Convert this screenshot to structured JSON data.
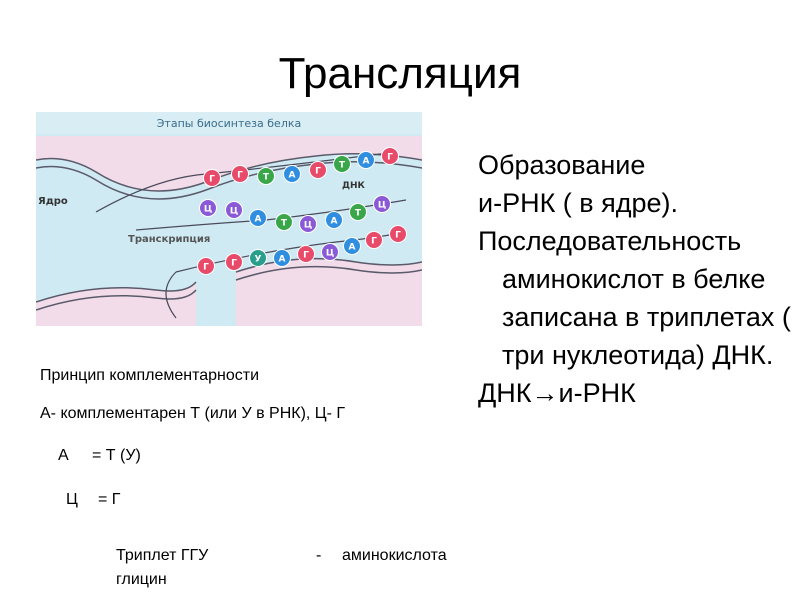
{
  "title": "Трансляция",
  "figure": {
    "header": "Этапы биосинтеза белка",
    "label_nucleus": "Ядро",
    "label_dna": "ДНК",
    "label_transcription": "Транскрипция",
    "top_strand": [
      "Г",
      "Г",
      "Т",
      "А",
      "Г",
      "Т",
      "А",
      "Г"
    ],
    "bottom_strand": [
      "Ц",
      "Ц",
      "А",
      "Т",
      "Ц",
      "А",
      "Т",
      "Ц"
    ],
    "rna_strand": [
      "Г",
      "Г",
      "У",
      "А",
      "Г",
      "Ц",
      "А",
      "Г",
      "Г"
    ],
    "colors": {
      "header_bg": "#d8eef4",
      "body_bg": "#cfeaf3",
      "cytoplasm": "#f2dcea",
      "base_G": "#e84a6a",
      "base_T": "#3aa64a",
      "base_A": "#2f8ee0",
      "base_C": "#8a5ad6",
      "base_U": "#2a9e8c"
    }
  },
  "right_text": {
    "line1": "Образование",
    "line2": "и-РНК ( в ядре).",
    "line3": "Последовательность аминокислот в белке записана в триплетах ( три нуклеотида) ДНК.",
    "line4": "ДНК→и-РНК"
  },
  "principle": {
    "title": "Принцип комплементарности",
    "desc": "А- комплементарен Т (или У в РНК), Ц- Г",
    "pair1_left": "А",
    "pair1_right": "= Т  (У)",
    "pair2_left": "Ц",
    "pair2_right": "= Г"
  },
  "triplet": {
    "label": "Триплет  ГГУ",
    "dash": "-",
    "aa": "аминокислота",
    "name": "глицин"
  }
}
